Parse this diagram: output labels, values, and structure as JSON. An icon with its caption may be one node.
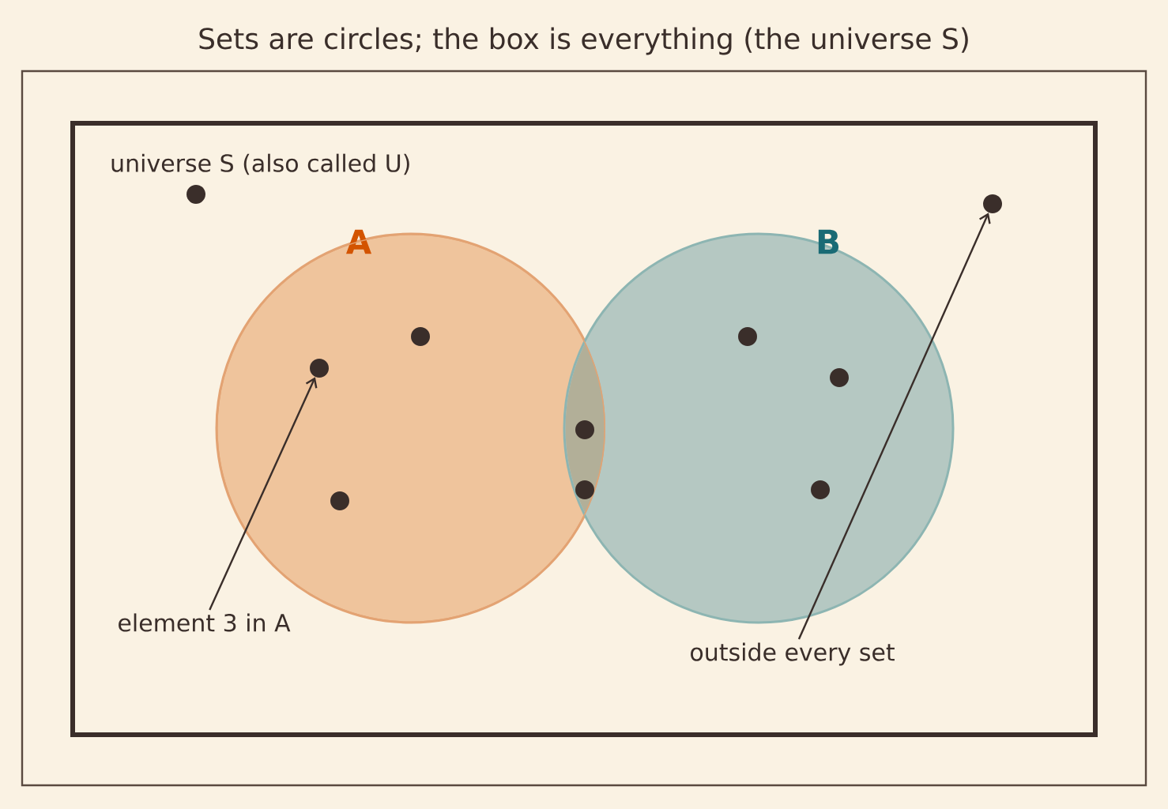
{
  "diagram": {
    "title": "Sets are circles; the box is everything (the universe S)",
    "nodes": [
      {
        "text": [
          "universe S (also called U)"
        ]
      },
      {
        "text": [
          "A"
        ],
        "in": 0
      },
      {
        "text": [
          "B"
        ],
        "in": 0
      },
      {
        "text": [],
        "shape": "circle",
        "in": 0
      },
      {
        "text": [],
        "shape": "circle",
        "in": 1
      },
      {
        "text": [],
        "shape": "circle",
        "in": 1
      },
      {
        "text": [],
        "shape": "circle",
        "in": 1
      },
      {
        "text": [],
        "shape": "circle"
      },
      {
        "text": [],
        "shape": "circle"
      },
      {
        "text": [],
        "shape": "circle",
        "in": 2
      },
      {
        "text": [],
        "shape": "circle",
        "in": 2
      },
      {
        "text": [],
        "shape": "circle",
        "in": 2
      },
      {
        "text": [],
        "shape": "circle",
        "in": 0
      },
      {
        "text": [
          "element 3 in A"
        ],
        "in": 0
      },
      {
        "text": [
          "outside every set"
        ],
        "in": 0
      }
    ],
    "edges": [
      {
        "from": 13,
        "to": 4,
        "arrow": "to"
      },
      {
        "from": 14,
        "to": 12,
        "arrow": "to"
      }
    ]
  }
}
